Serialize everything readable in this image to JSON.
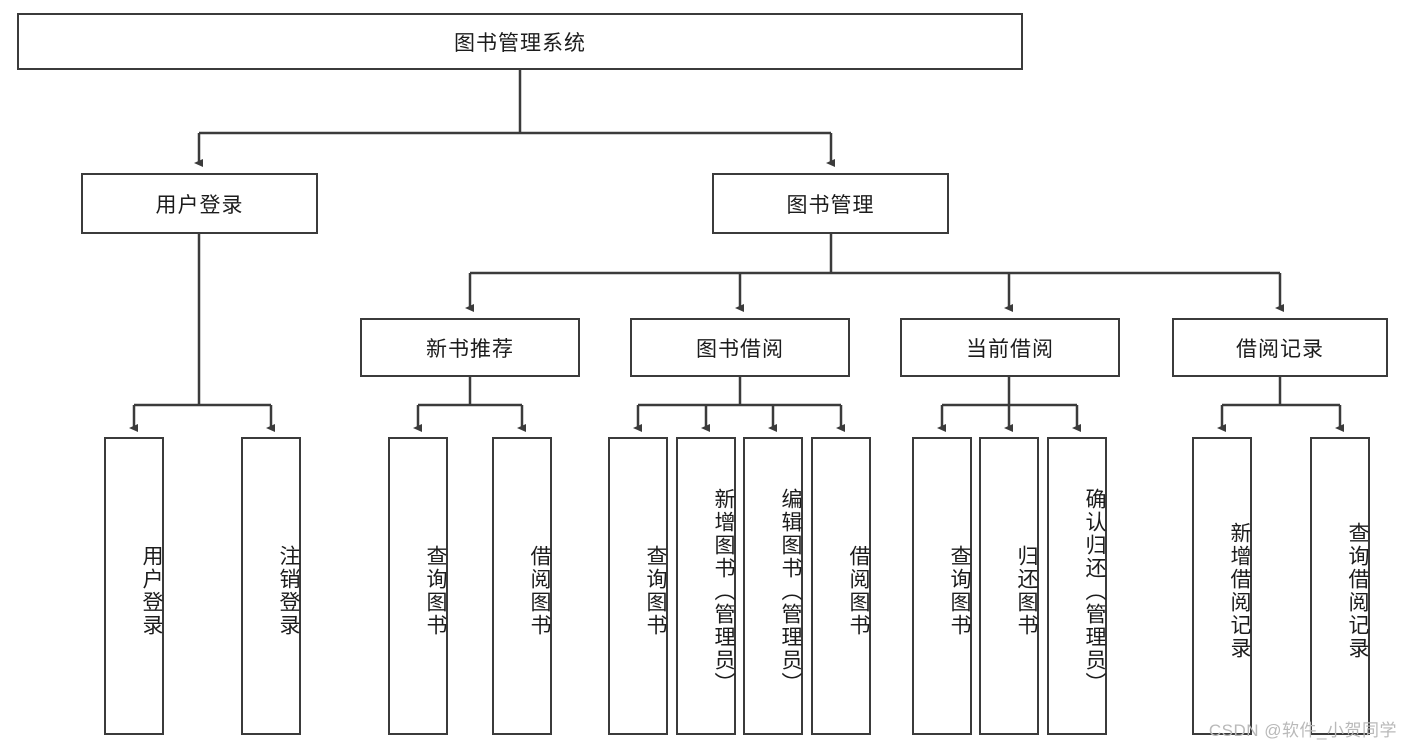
{
  "diagram": {
    "title_label": "图书管理系统",
    "watermark": "CSDN @软件_小贺同学",
    "level1": {
      "user_login_label": "用户登录",
      "book_manage_label": "图书管理"
    },
    "level2": {
      "new_book_recommend_label": "新书推荐",
      "book_borrow_label": "图书借阅",
      "current_borrow_label": "当前借阅",
      "borrow_record_label": "借阅记录"
    },
    "leaves": {
      "user_login_1": "用户登录",
      "user_login_2": "注销登录",
      "recommend_1": "查询图书",
      "recommend_2": "借阅图书",
      "borrow_1": "查询图书",
      "borrow_2": "新增图书（管理员）",
      "borrow_3": "编辑图书（管理员）",
      "borrow_4": "借阅图书",
      "current_1": "查询图书",
      "current_2": "归还图书",
      "current_3": "确认归还（管理员）",
      "record_1": "新增借阅记录",
      "record_2": "查询借阅记录"
    },
    "colors": {
      "stroke": "#3b3b3b",
      "fill": "#ffffff",
      "text": "#1c1c1c",
      "watermark": "#b9b9b9"
    }
  }
}
